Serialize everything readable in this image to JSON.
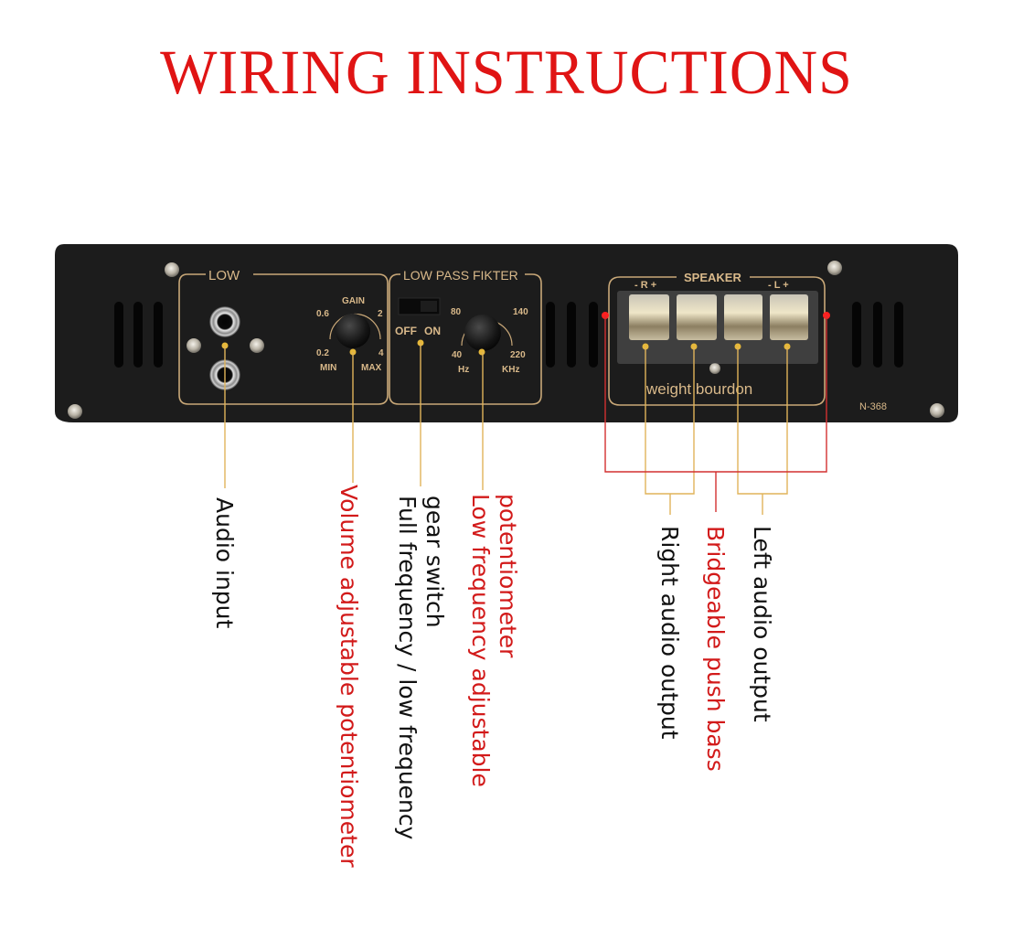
{
  "title": "WIRING INSTRUCTIONS",
  "colors": {
    "title": "#e01414",
    "panel": "#1b1b1b",
    "panel_print": "#d9b98a",
    "leader_gold": "#e0b45a",
    "leader_red": "#d23030",
    "label_black": "#111111",
    "label_red": "#d21a1a"
  },
  "panel": {
    "model": "N-368",
    "low_section": {
      "heading": "LOW",
      "gain": {
        "label": "GAIN",
        "scale": [
          "0.2",
          "0.6",
          "2",
          "4"
        ],
        "min_label": "MIN",
        "max_label": "MAX"
      }
    },
    "filter_section": {
      "heading": "LOW PASS FIKTER",
      "switch_off": "OFF",
      "switch_on": "ON",
      "freq": {
        "scale": [
          "40",
          "80",
          "140",
          "220"
        ],
        "hz_label": "Hz",
        "khz_label": "KHz"
      }
    },
    "speaker_section": {
      "heading": "SPEAKER",
      "right_polarity": "- R +",
      "left_polarity": "- L +",
      "brand": "weight bourdon"
    }
  },
  "labels": {
    "audio_input": "Audio input",
    "volume_pot": "Volume adjustable potentiometer",
    "gear_switch_line1": "gear switch",
    "gear_switch_line2": "Full frequency / low frequency",
    "lpf_line1": "potentiometer",
    "lpf_line2": "Low frequency adjustable",
    "right_output": "Right audio output",
    "bridge": "Bridgeable push bass",
    "left_output": "Left audio output"
  }
}
